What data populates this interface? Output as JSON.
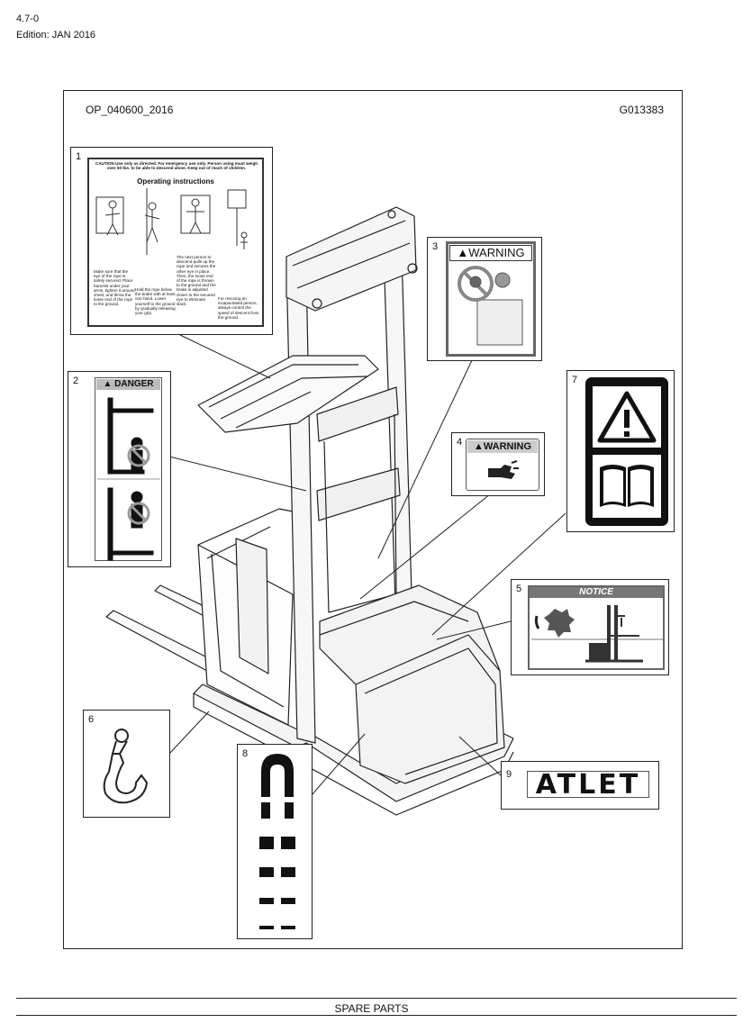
{
  "header": {
    "section": "4.7-0",
    "edition": "Edition: JAN 2016"
  },
  "figure": {
    "code_left": "OP_040600_2016",
    "code_right": "G013383"
  },
  "labels": [
    {
      "number": "1",
      "caution": "CAUTION Use only as directed. For emergency use only. Person using must weigh over 50 lbs. to be able to descend alone. Keep out of reach of children.",
      "title": "Operating instructions",
      "step_next": "The next person to descend pulls up the rope and secures the other eye in place. Then, the loose end of the rope is thrown to the ground and the brake is adjusted closer to the secured eye to eliminate slack.",
      "step_1": "Make sure that the eye of the rope is safely secured. Place harness under your arms, tighten it around chest, and throw the loose end of the rope to the ground.",
      "step_2": "Hold the rope below the brake with at least one hand. Lower yourself to the ground by gradually releasing your grip.",
      "step_3": "For rescuing an incapacitated person, always control the speed of descent from the ground."
    },
    {
      "number": "2",
      "signal": "DANGER"
    },
    {
      "number": "3",
      "signal": "WARNING"
    },
    {
      "number": "4",
      "signal": "WARNING"
    },
    {
      "number": "5",
      "signal": "NOTICE"
    },
    {
      "number": "6"
    },
    {
      "number": "7"
    },
    {
      "number": "8"
    },
    {
      "number": "9",
      "brand": "ATLET"
    }
  ],
  "footer": {
    "title": "SPARE PARTS"
  },
  "icons": [
    "warning-triangle-icon",
    "manual-book-icon",
    "hook-icon",
    "hand-crush-icon",
    "no-riding-icon"
  ]
}
